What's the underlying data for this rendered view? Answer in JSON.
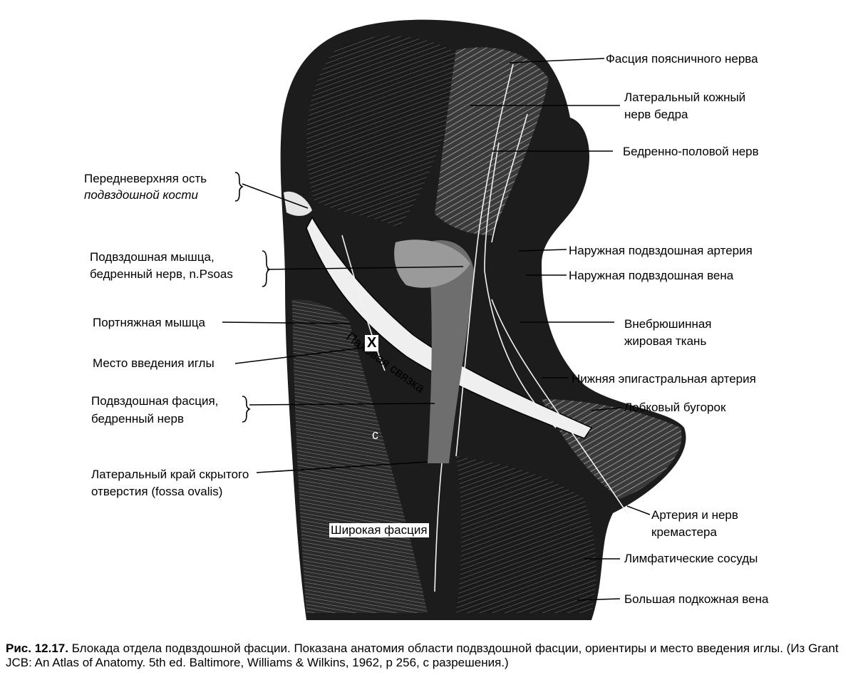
{
  "labels_right": {
    "lumbar_fascia": "Фасция поясничного нерва",
    "lat_cut_nerve_1": "Латеральный кожный",
    "lat_cut_nerve_2": "нерв бедра",
    "genitofemoral": "Бедренно-половой нерв",
    "ext_iliac_artery": "Наружная подвздошная артерия",
    "ext_iliac_vein": "Наружная подвздошная вена",
    "extraperitoneal_1": "Внебрюшинная",
    "extraperitoneal_2": "жировая ткань",
    "inf_epigastric": "Нижняя эпигастральная артерия",
    "pubic_tubercle": "Лобковый бугорок",
    "cremaster_1": "Артерия и нерв",
    "cremaster_2": "кремастера",
    "lymphatics": "Лимфатические сосуды",
    "great_saphenous": "Большая подкожная вена"
  },
  "labels_left": {
    "asis_1": "Передневерхняя ость",
    "asis_2": "подвздошной кости",
    "iliacus_1": "Подвздошная мышца,",
    "iliacus_2": "бедренный нерв,  n.Psoas",
    "sartorius": "Портняжная мышца",
    "needle_site": "Место введения иглы",
    "iliac_fascia_1": "Подвздошная фасция,",
    "iliac_fascia_2": "бедренный нерв",
    "fossa_ovalis_1": "Латеральный край скрытого",
    "fossa_ovalis_2": "отверстия (fossa ovalis)"
  },
  "labels_on_image": {
    "inguinal_ligament": "Паховая связка",
    "fascia_lata": "Широкая фасция",
    "needle_mark": "X",
    "c_mark": "c"
  },
  "caption": {
    "number": "Рис. 12.17.",
    "text": " Блокада отдела подвздошной фасции. Показана анатомия области подвздошной фасции, ориентиры и место введения иглы. (Из Grant JCB: An Atlas of Anatomy. 5th ed. Baltimore, Williams & Wilkins, 1962, p 256, с разрешения.)"
  },
  "colors": {
    "ink": "#000000",
    "paper": "#ffffff",
    "tissue_dark": "#151515",
    "tissue_mid": "#5a5a5a",
    "tissue_light": "#d8d8d8"
  }
}
